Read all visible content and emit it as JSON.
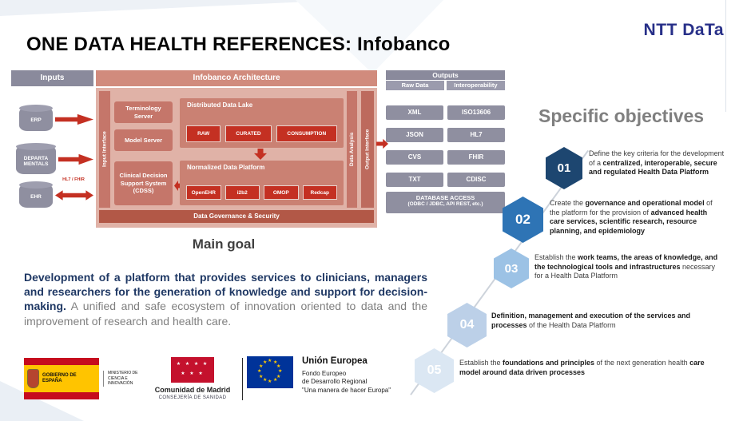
{
  "logo": {
    "text": "NTT DaTa"
  },
  "title": "ONE DATA HEALTH REFERENCES: Infobanco",
  "colors": {
    "salmon": "#c5766a",
    "salmon_light": "#e0b2a7",
    "red": "#c43022",
    "gray": "#8f8fa0",
    "navy": "#1d4670",
    "blue": "#2e74b5",
    "light_blue": "#9cc2e5",
    "pale_blue": "#dbe7f3",
    "brand_blue": "#272f88"
  },
  "architecture": {
    "inputs_header": "Inputs",
    "arch_header": "Infobanco Architecture",
    "outputs_header": "Outputs",
    "raw_data_header": "Raw Data",
    "interoperability_header": "Interoperability",
    "sources": [
      "ERP",
      "DEPARTA MENTALS",
      "EHR"
    ],
    "hl7_fhir_label": "HL7 / FHIR",
    "input_interface": "Input Interface",
    "terminology_server": "Terminology Server",
    "model_server": "Model Server",
    "cdss": "Clinical Decision Support System (CDSS)",
    "data_lake_title": "Distributed Data Lake",
    "data_lake_items": [
      "RAW",
      "CURATED",
      "CONSUMPTION"
    ],
    "ndp_title": "Normalized Data Platform",
    "ndp_items": [
      "OpenEHR",
      "i2b2",
      "OMOP",
      "Redcap"
    ],
    "governance": "Data Governance & Security",
    "data_analysis": "Data Analysis",
    "output_interface": "Output Interface",
    "raw_outputs": [
      "XML",
      "JSON",
      "CVS",
      "TXT"
    ],
    "interop_outputs": [
      "ISO13606",
      "HL7",
      "FHIR",
      "CDISC"
    ],
    "database_access_line1": "DATABASE ACCESS",
    "database_access_line2": "(ODBC / JDBC, API REST, etc.)"
  },
  "main_goal": {
    "heading": "Main goal",
    "bold_text": "Development of a platform that provides services to clinicians, managers and researchers for the generation of knowledge and support for decision-making.",
    "normal_text": " A unified and safe ecosystem of innovation oriented to data and the improvement of research and health care."
  },
  "objectives": {
    "heading": "Specific objectives",
    "items": [
      {
        "num": "01",
        "segments": [
          {
            "t": "Define the key criteria for the development of a ",
            "b": false
          },
          {
            "t": "centralized, interoperable, secure and regulated Health Data Platform",
            "b": true
          }
        ]
      },
      {
        "num": "02",
        "segments": [
          {
            "t": "Create the ",
            "b": false
          },
          {
            "t": "governance and operational model",
            "b": true
          },
          {
            "t": " of the platform for the provision of ",
            "b": false
          },
          {
            "t": "advanced health care services, scientific research, resource planning, and epidemiology",
            "b": true
          }
        ]
      },
      {
        "num": "03",
        "segments": [
          {
            "t": "Establish the ",
            "b": false
          },
          {
            "t": "work teams, the areas of knowledge, and the technological tools and infrastructures",
            "b": true
          },
          {
            "t": " necessary for a Health Data Platform",
            "b": false
          }
        ]
      },
      {
        "num": "04",
        "segments": [
          {
            "t": "Definition, management and execution of the services and processes",
            "b": true
          },
          {
            "t": " of the Health Data Platform",
            "b": false
          }
        ]
      },
      {
        "num": "05",
        "segments": [
          {
            "t": "Establish the ",
            "b": false
          },
          {
            "t": "foundations and principles",
            "b": true
          },
          {
            "t": " of the next generation health ",
            "b": false
          },
          {
            "t": "care model around data driven processes",
            "b": true
          }
        ]
      }
    ]
  },
  "footer": {
    "spain": {
      "gov": "GOBIERNO DE ESPAÑA",
      "ministry": "MINISTERIO DE CIENCIA E INNOVACIÓN"
    },
    "madrid": {
      "name": "Comunidad de Madrid",
      "dept": "CONSEJERÍA DE SANIDAD"
    },
    "eu": {
      "name": "Unión Europea",
      "fund1": "Fondo Europeo",
      "fund2": "de Desarrollo Regional",
      "motto": "\"Una manera de hacer Europa\""
    }
  }
}
